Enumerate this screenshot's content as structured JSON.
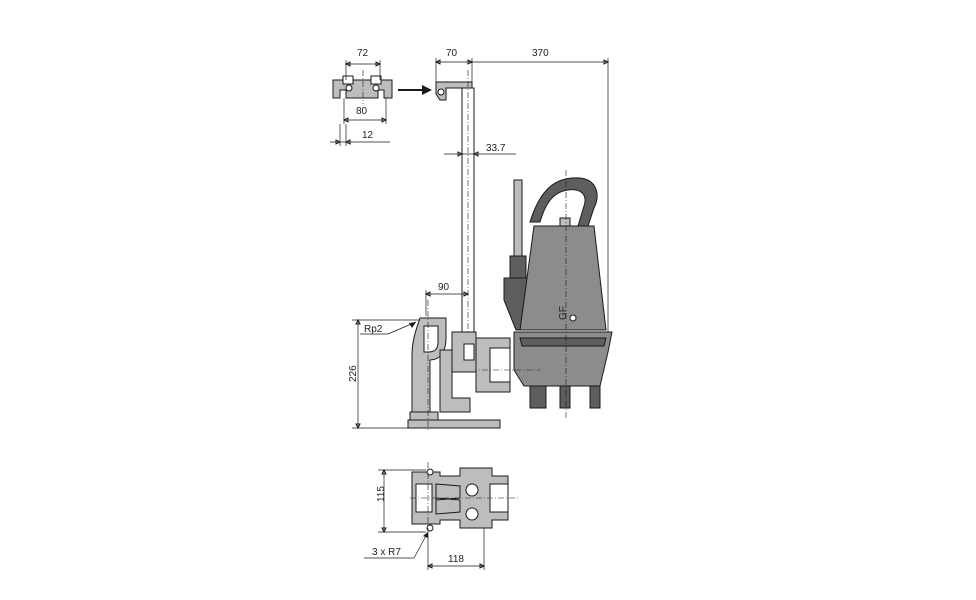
{
  "dimensions": {
    "bracket_width": "72",
    "bracket_hole_spacing": "80",
    "bracket_slot": "12",
    "guide_offset": "70",
    "overall_length": "370",
    "guide_rail_diameter": "33.7",
    "coupling_offset": "90",
    "outlet_thread": "Rp2",
    "outlet_height": "226",
    "base_width": "115",
    "bolt_holes": "3 x R7",
    "base_length": "118"
  },
  "marks": {
    "motor_label": "GF"
  }
}
